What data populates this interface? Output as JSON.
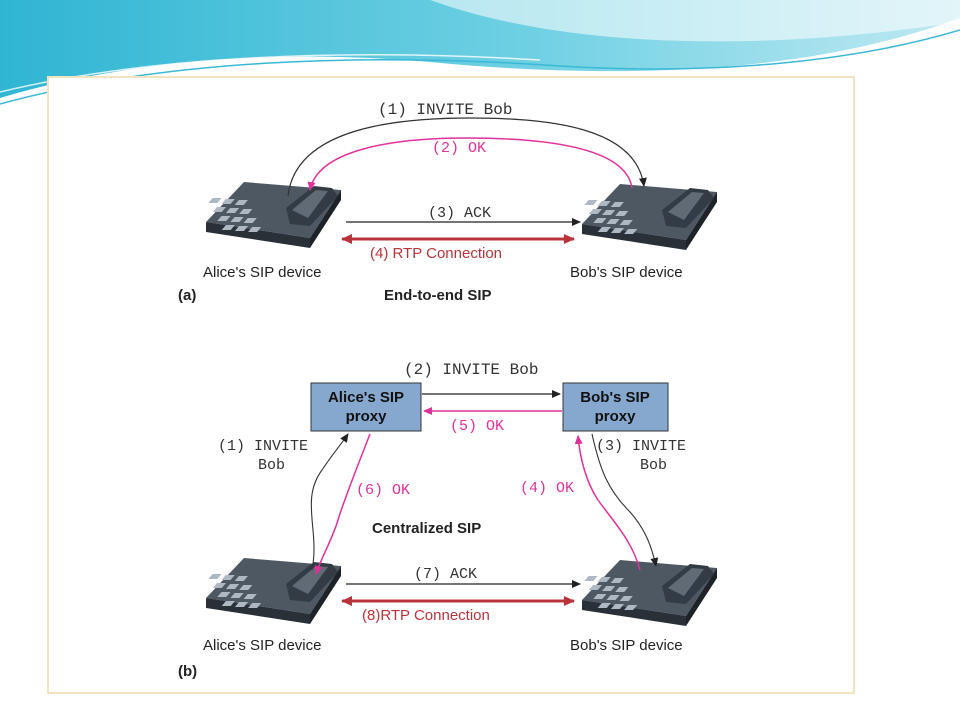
{
  "colors": {
    "accent_pink": "#e0309a",
    "rtp_red": "#b8343a",
    "proxy_fill": "#86a8cf",
    "frame_border": "#f1e4bf",
    "wave_cyan": "#4fc3da"
  },
  "panel_a": {
    "label": "(a)",
    "title": "End-to-end SIP",
    "alice_device": "Alice's SIP device",
    "bob_device": "Bob's SIP device",
    "msg_invite": "(1) INVITE Bob",
    "msg_ok": "(2) OK",
    "msg_ack": "(3) ACK",
    "msg_rtp": "(4) RTP Connection"
  },
  "panel_b": {
    "label": "(b)",
    "title": "Centralized SIP",
    "alice_device": "Alice's SIP device",
    "bob_device": "Bob's SIP device",
    "alice_proxy": [
      "Alice's SIP",
      "proxy"
    ],
    "bob_proxy": [
      "Bob's SIP",
      "proxy"
    ],
    "msg_invite_1": [
      "(1) INVITE",
      "Bob"
    ],
    "msg_invite_2": "(2) INVITE Bob",
    "msg_invite_3": [
      "(3) INVITE",
      "Bob"
    ],
    "msg_ok_4": "(4) OK",
    "msg_ok_5": "(5) OK",
    "msg_ok_6": "(6) OK",
    "msg_ack": "(7) ACK",
    "msg_rtp": "(8)RTP Connection"
  }
}
